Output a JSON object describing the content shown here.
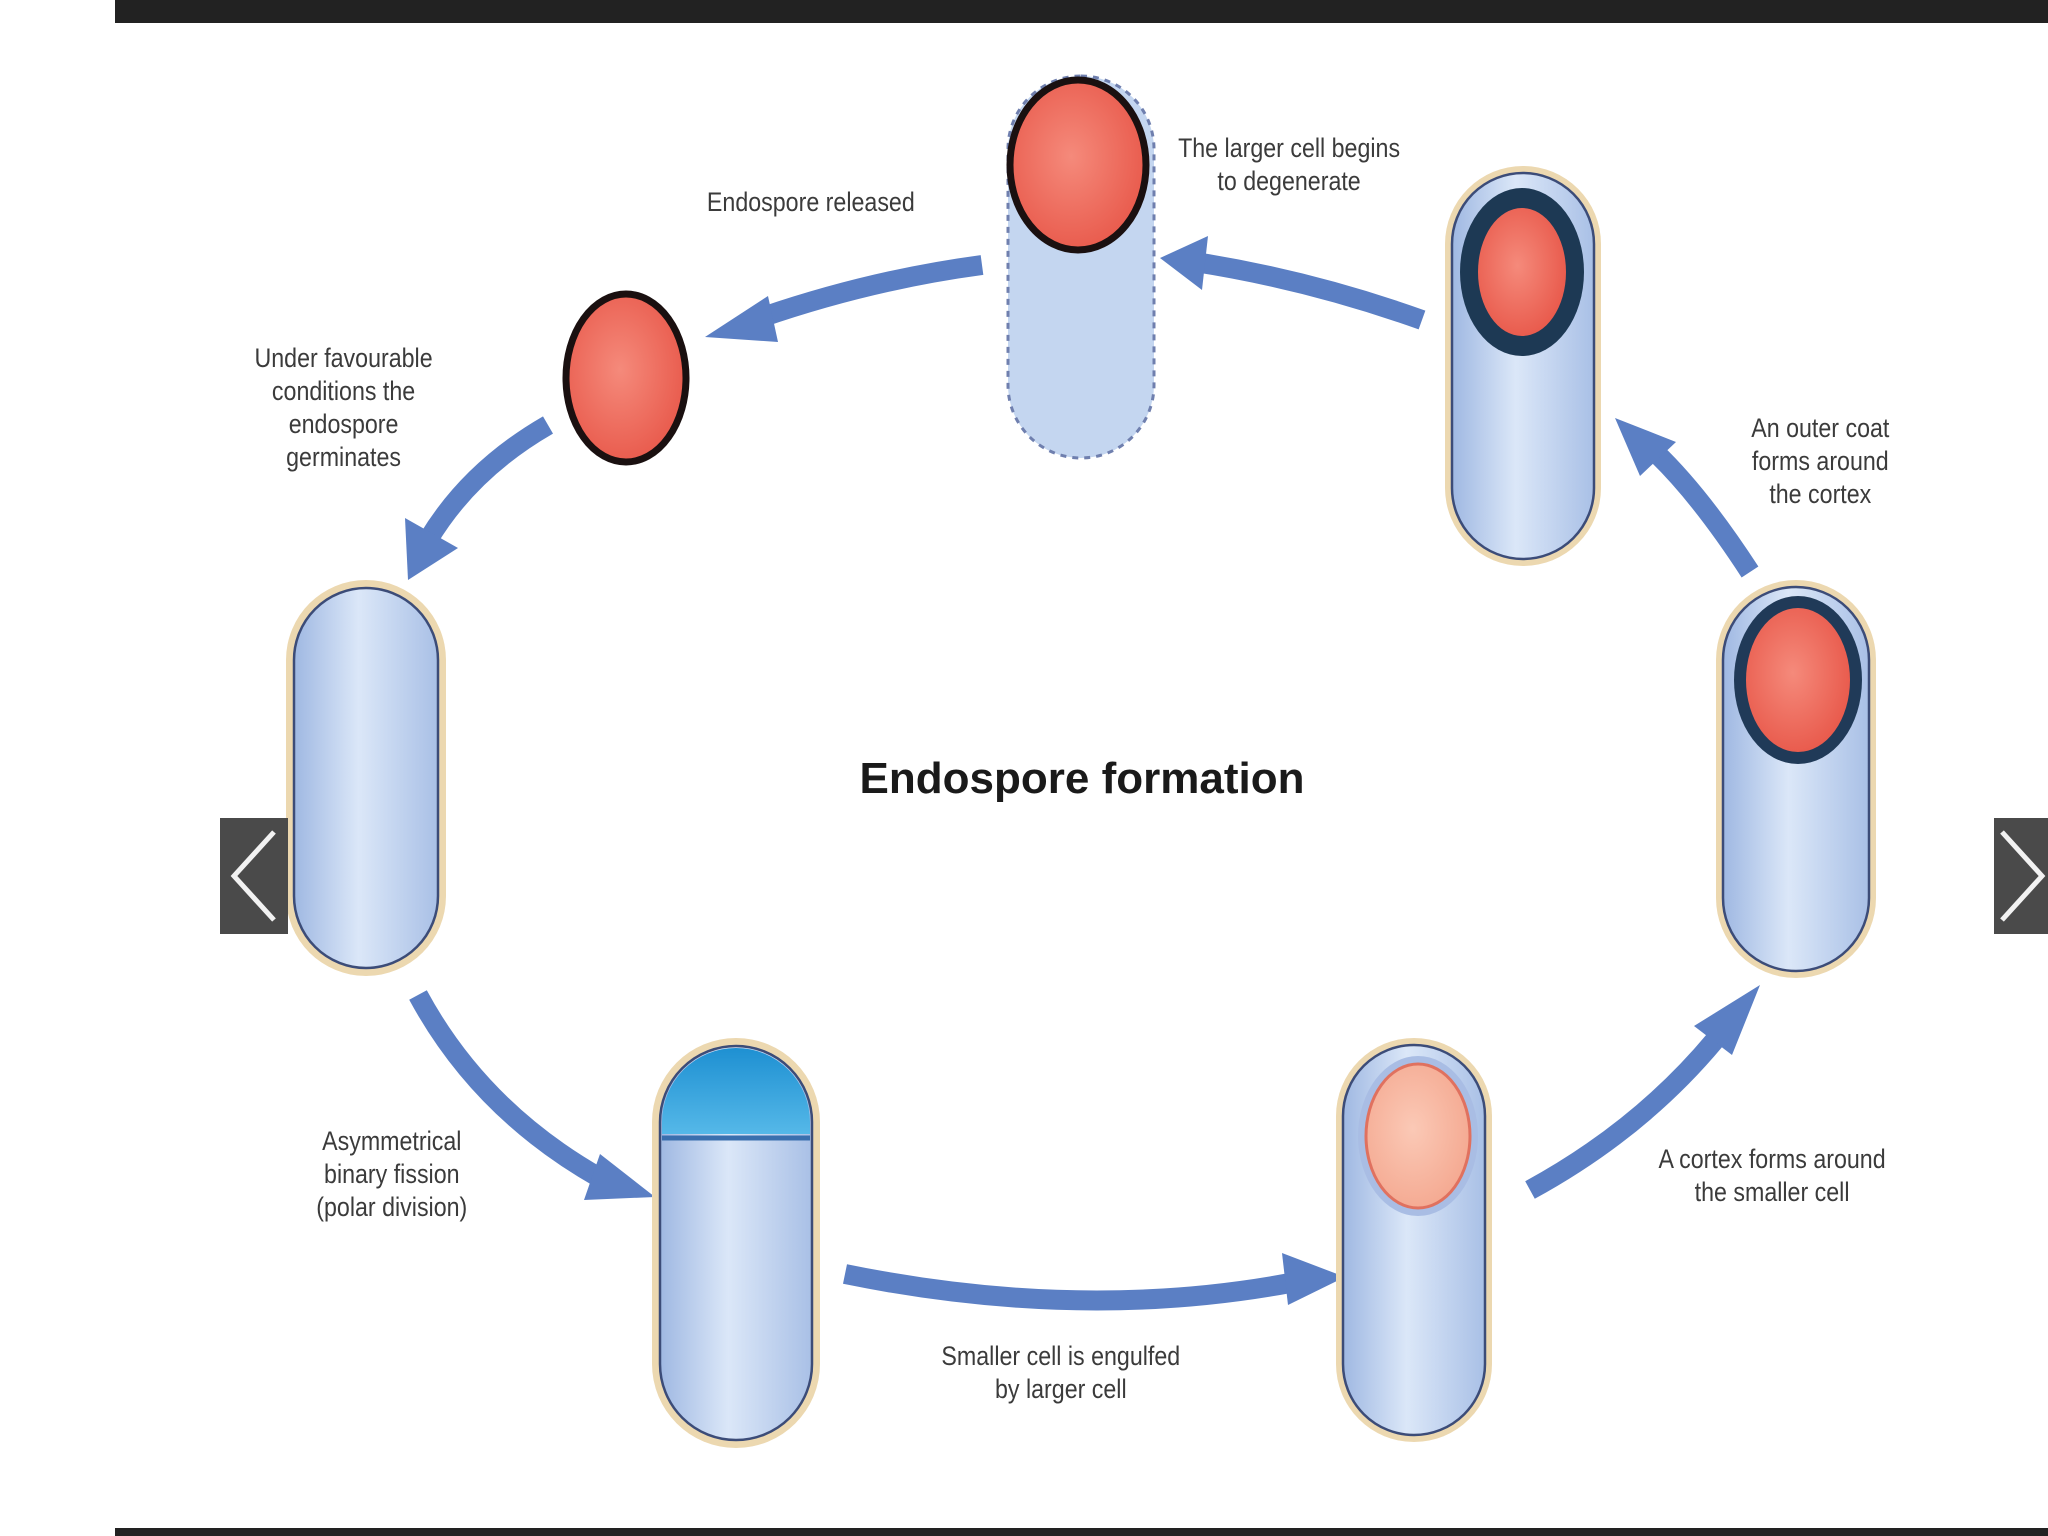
{
  "diagram": {
    "title": "Endospore formation",
    "labels": {
      "released": "Endospore released",
      "degenerate": "The larger cell begins\nto degenerate",
      "germinates": "Under favourable\nconditions the\nendospore\ngerminates",
      "outer_coat": "An outer coat\nforms around\nthe cortex",
      "polar_division": "Asymmetrical\nbinary fission\n(polar division)",
      "engulfed": "Smaller cell is engulfed\nby larger cell",
      "cortex": "A cortex forms around\nthe smaller cell"
    }
  },
  "colors": {
    "arrow": "#5b7fc4",
    "cell_fill": "#c9daf2",
    "cell_wall": "#e8d3a8",
    "spore": "#ef6e60",
    "top_bar": "#222222"
  },
  "navigation": {
    "prev_icon": "chevron-left-icon",
    "next_icon": "chevron-right-icon"
  }
}
